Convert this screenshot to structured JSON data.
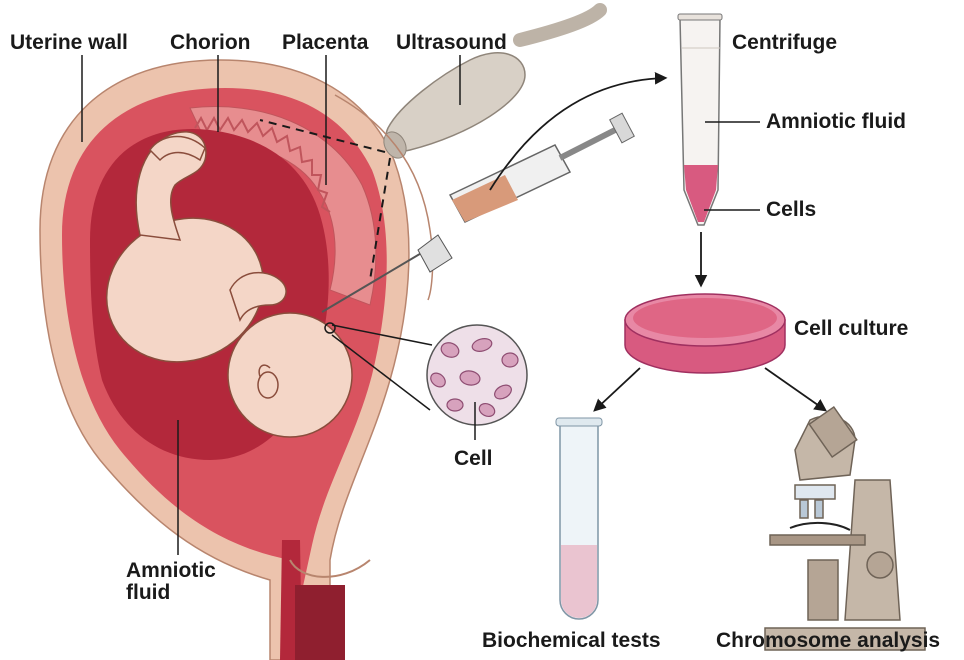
{
  "labels": {
    "uterine_wall": "Uterine wall",
    "chorion": "Chorion",
    "placenta": "Placenta",
    "ultrasound": "Ultrasound",
    "centrifuge": "Centrifuge",
    "amniotic_fluid_tube": "Amniotic fluid",
    "cells": "Cells",
    "cell_culture": "Cell culture",
    "cell": "Cell",
    "amniotic_fluid_uterus_line1": "Amniotic",
    "amniotic_fluid_uterus_line2": "fluid",
    "biochemical_tests": "Biochemical tests",
    "chromosome_analysis": "Chromosome analysis"
  },
  "colors": {
    "uterine_wall": "#ecc3ad",
    "uterus_inner": "#d9535f",
    "amniotic_sac": "#b3283b",
    "placenta": "#e78d8f",
    "fetus_skin": "#f4d6c7",
    "fetus_outline": "#8a4d3c",
    "cell_culture_fluid": "#d85a80",
    "tube_fluid": "#eac4d0",
    "microscope_body": "#c5b7a8"
  }
}
